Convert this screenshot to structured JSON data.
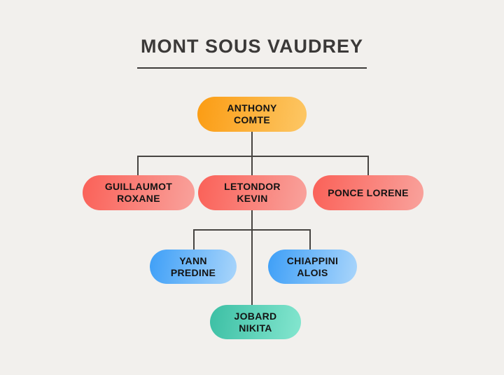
{
  "page": {
    "background": "#F2F0ED",
    "title": "MONT SOUS VAUDREY",
    "title_color": "#3B3938"
  },
  "org_chart": {
    "type": "organizational-chart",
    "connector_color": "#474441",
    "node_text_color": "#141414",
    "nodes": [
      {
        "id": "anthony-comte",
        "label": "ANTHONY COMTE",
        "lines": [
          "ANTHONY",
          "COMTE"
        ],
        "level": 1,
        "manager": null,
        "color_start": "#FB9C13",
        "color_end": "#FDC765",
        "gradient": "linear-gradient(100deg, #FB9C13, #FDC765)"
      },
      {
        "id": "guillaumot-roxane",
        "label": "GUILLAUMOT ROXANE",
        "lines": [
          "GUILLAUMOT",
          "ROXANE"
        ],
        "level": 2,
        "manager": "ANTHONY COMTE",
        "color_start": "#FA6158",
        "color_end": "#F9A29C",
        "gradient": "linear-gradient(100deg, #FA6158, #F9A29C)"
      },
      {
        "id": "letondor-kevin",
        "label": "LETONDOR KEVIN",
        "lines": [
          "LETONDOR",
          "KEVIN"
        ],
        "level": 2,
        "manager": "ANTHONY COMTE",
        "color_start": "#FA6158",
        "color_end": "#F9A29C",
        "gradient": "linear-gradient(100deg, #FA6158, #F9A29C)"
      },
      {
        "id": "ponce-lorene",
        "label": "PONCE LORENE",
        "lines": [
          "PONCE LORENE"
        ],
        "level": 2,
        "manager": "ANTHONY COMTE",
        "color_start": "#FA6158",
        "color_end": "#F9A29C",
        "gradient": "linear-gradient(100deg, #FA6158, #F9A29C)"
      },
      {
        "id": "yann-predine",
        "label": "YANN PREDINE",
        "lines": [
          "YANN",
          "PREDINE"
        ],
        "level": 3,
        "manager": "LETONDOR KEVIN",
        "color_start": "#3E9FF7",
        "color_end": "#A9D5FB",
        "gradient": "linear-gradient(100deg, #3E9FF7, #A9D5FB)"
      },
      {
        "id": "chiappini-alois",
        "label": "CHIAPPINI ALOIS",
        "lines": [
          "CHIAPPINI",
          "ALOIS"
        ],
        "level": 3,
        "manager": "LETONDOR KEVIN",
        "color_start": "#3E9FF7",
        "color_end": "#A9D5FB",
        "gradient": "linear-gradient(100deg, #3E9FF7, #A9D5FB)"
      },
      {
        "id": "jobard-nikita",
        "label": "JOBARD NIKITA",
        "lines": [
          "JOBARD",
          "NIKITA"
        ],
        "level": 4,
        "manager": "LETONDOR KEVIN",
        "color_start": "#3CBFA4",
        "color_end": "#84E6CF",
        "gradient": "linear-gradient(100deg, #3CBFA4, #84E6CF)"
      }
    ]
  }
}
